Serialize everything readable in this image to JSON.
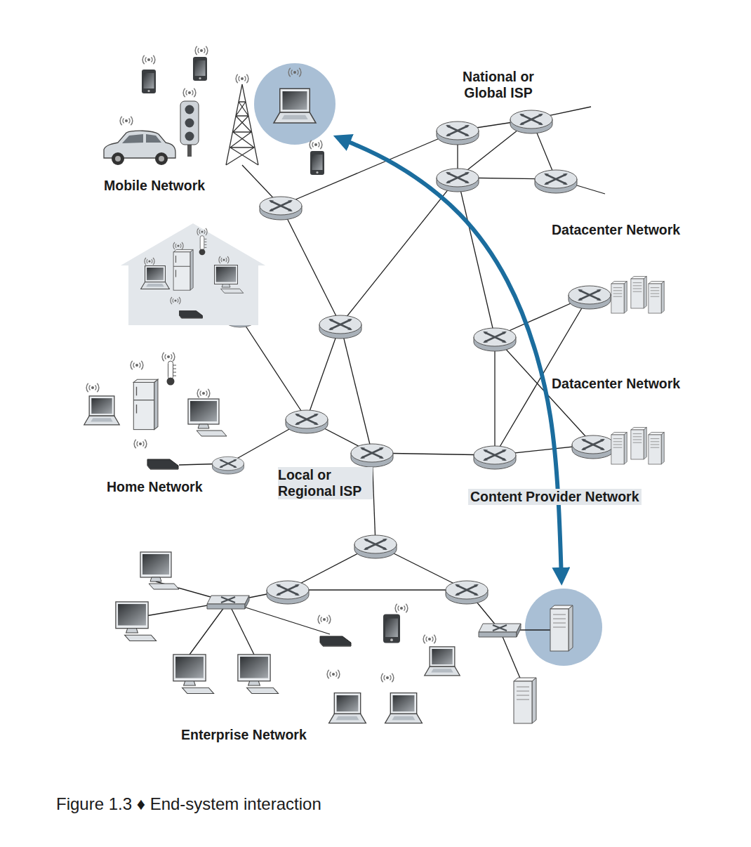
{
  "diagram": {
    "caption": "Figure 1.3 ♦ End-system interaction",
    "nodes": [
      {
        "text": [
          "Mobile Network"
        ]
      },
      {
        "text": [
          "National or Global ISP"
        ]
      },
      {
        "text": [
          "Home Network"
        ]
      },
      {
        "text": [
          "Local or Regional ISP"
        ]
      },
      {
        "text": [
          "Content Provider Network"
        ]
      },
      {
        "text": [
          "Datacenter Network"
        ],
        "in": 4
      },
      {
        "text": [
          "Datacenter Network"
        ],
        "in": 4
      },
      {
        "text": [
          "Enterprise Network"
        ]
      }
    ]
  }
}
